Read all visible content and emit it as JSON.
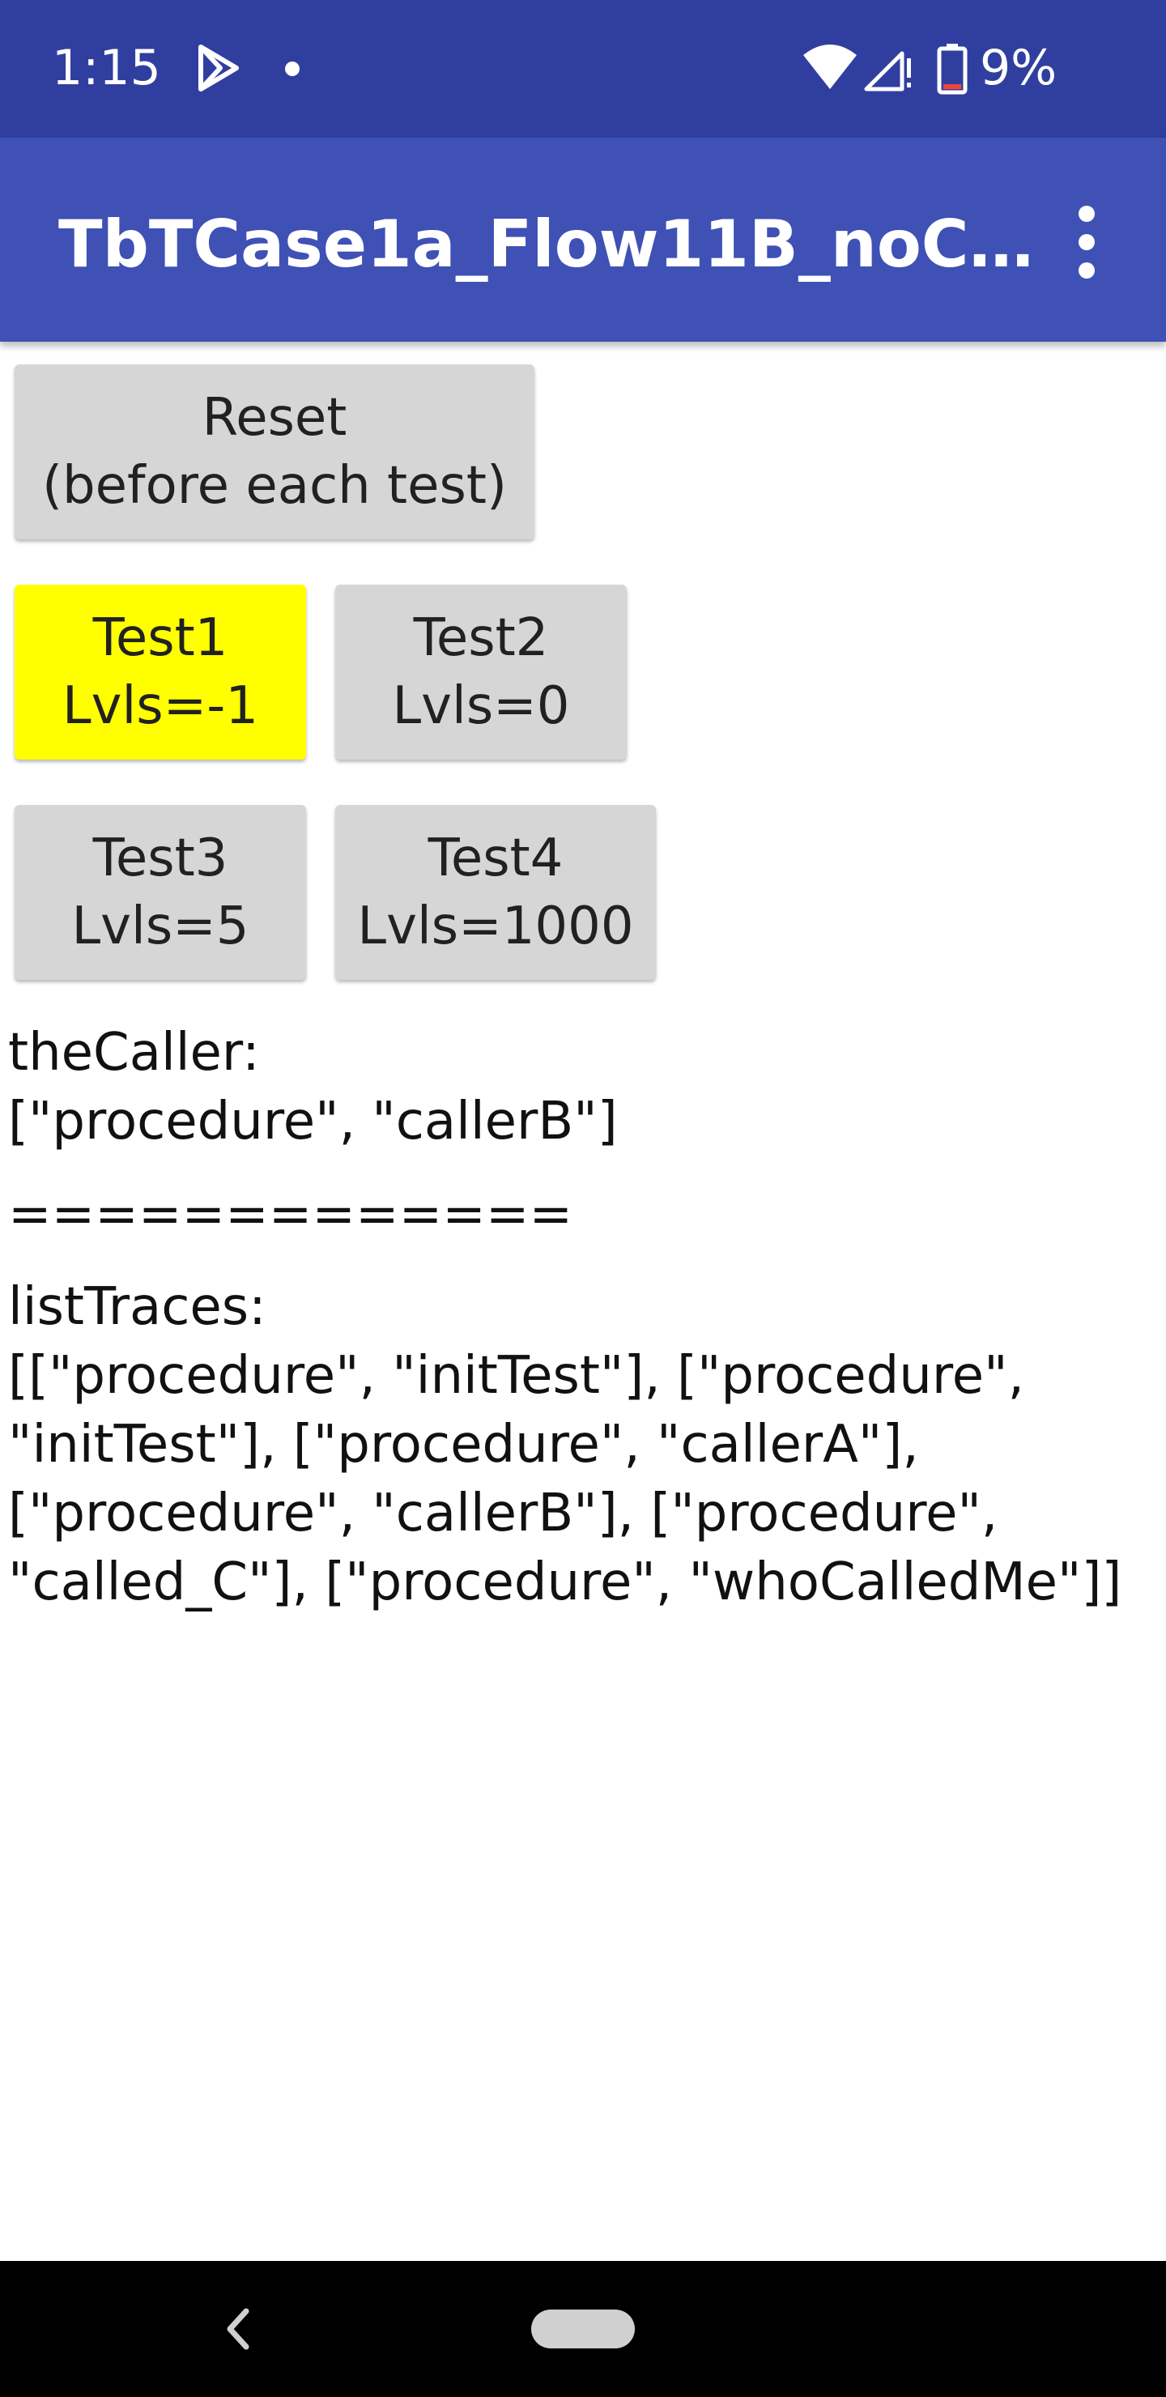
{
  "status_bar": {
    "time": "1:15",
    "battery": "9%",
    "icons": [
      "play-store-icon",
      "notification-dot-icon",
      "wifi-icon",
      "signal-icon",
      "battery-low-icon"
    ],
    "colors": {
      "background": "#303F9F",
      "battery_low": "#F44336"
    }
  },
  "app_bar": {
    "title": "TbTCase1a_Flow11B_noC…",
    "menu_icon": "overflow-menu-icon",
    "color": "#3F51B5"
  },
  "buttons": {
    "reset": "Reset\n(before each test)",
    "test1": "Test1\nLvls=-1",
    "test2": "Test2\nLvls=0",
    "test3": "Test3\nLvls=5",
    "test4": "Test4\nLvls=1000",
    "colors": {
      "default": "#D6D6D6",
      "highlight": "#FFFF00"
    }
  },
  "output": {
    "caller_label": "theCaller:",
    "caller_value": "[\"procedure\", \"callerB\"]",
    "separator": "=============",
    "traces_label": "listTraces:",
    "traces_value": "[[\"procedure\", \"initTest\"], [\"procedure\", \"initTest\"], [\"procedure\", \"callerA\"], [\"procedure\", \"callerB\"], [\"procedure\", \"called_C\"], [\"procedure\", \"whoCalledMe\"]]"
  },
  "nav_bar": {
    "icons": [
      "back-icon",
      "home-pill-icon"
    ]
  }
}
